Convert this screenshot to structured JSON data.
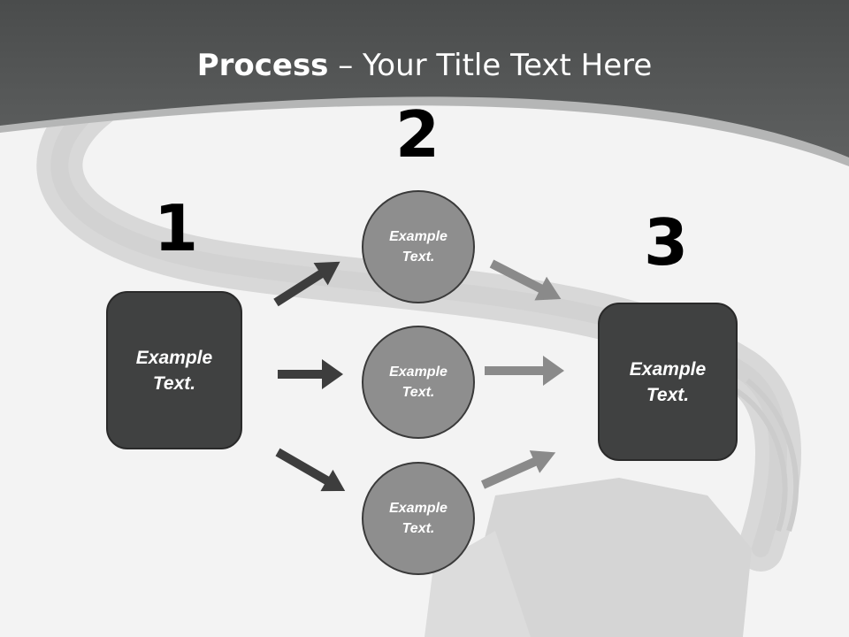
{
  "title": {
    "bold": "Process",
    "rest": " – Your Title Text Here"
  },
  "steps": [
    {
      "number": "1",
      "label": "Example\nText."
    },
    {
      "number": "2",
      "label": "Example\nText."
    },
    {
      "number": "3",
      "label": "Example\nText."
    }
  ],
  "circles": [
    {
      "label": "Example\nText."
    },
    {
      "label": "Example\nText."
    },
    {
      "label": "Example\nText."
    }
  ],
  "colors": {
    "header": "#555757",
    "box": "#404141",
    "circle": "#8e8e8e",
    "arrow_dark": "#3d3d3d",
    "arrow_light": "#8a8a8a"
  }
}
